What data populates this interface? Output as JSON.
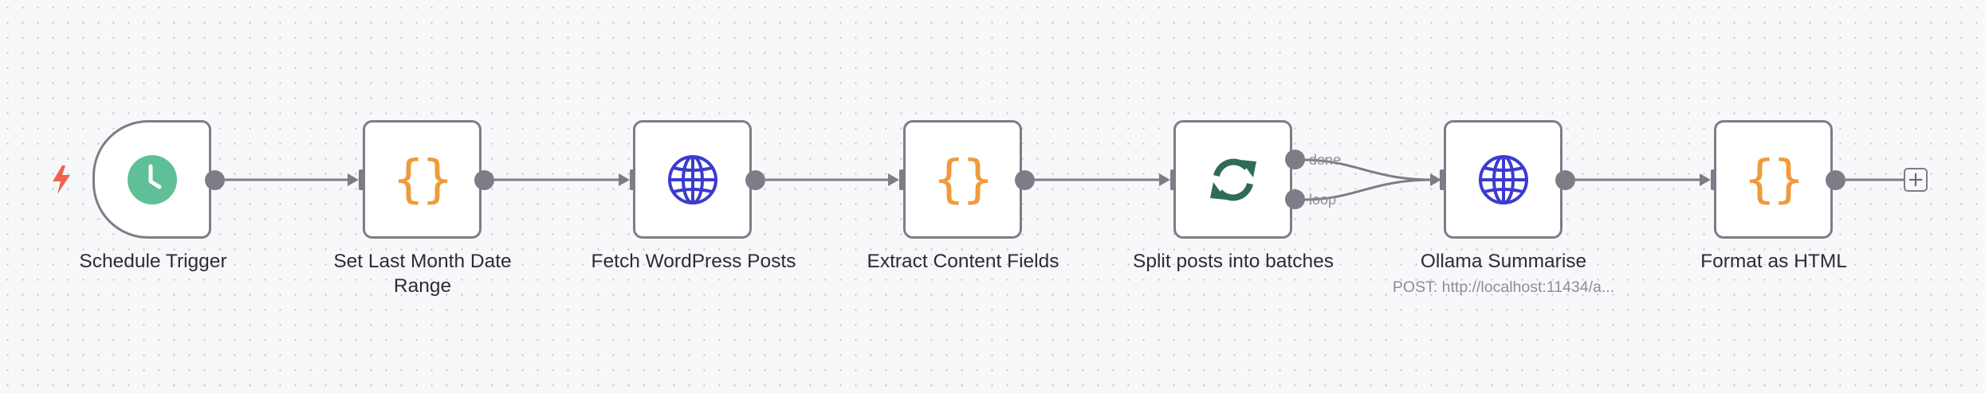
{
  "colors": {
    "edge": "#7d7d87",
    "trigger_clock": "#5fbf96",
    "code_braces": "#ef9b3b",
    "http_globe": "#3b3bcf",
    "batch_arrows": "#2f6b56",
    "trigger_bolt": "#f0624d"
  },
  "nodes": [
    {
      "label": "Schedule Trigger",
      "icon": "clock-icon"
    },
    {
      "label": "Set Last Month Date Range",
      "icon": "code-braces-icon"
    },
    {
      "label": "Fetch WordPress Posts",
      "icon": "globe-icon"
    },
    {
      "label": "Extract Content Fields",
      "icon": "code-braces-icon"
    },
    {
      "label": "Split posts into batches",
      "icon": "loop-arrows-icon",
      "outputs": [
        "done",
        "loop"
      ]
    },
    {
      "label": "Ollama Summarise",
      "icon": "globe-icon",
      "subtitle": "POST: http://localhost:11434/a..."
    },
    {
      "label": "Format as HTML",
      "icon": "code-braces-icon"
    }
  ],
  "add_node_icon": "plus-icon",
  "trigger_indicator_icon": "lightning-bolt-icon"
}
